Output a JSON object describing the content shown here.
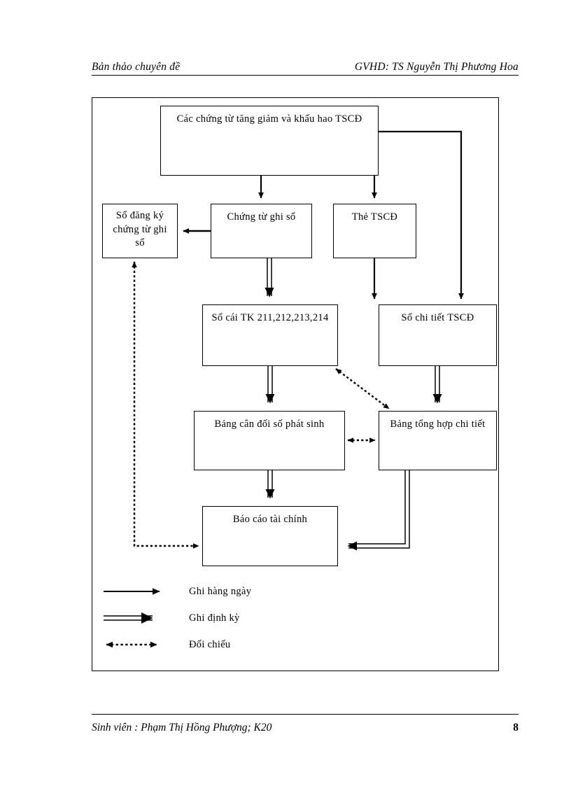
{
  "header": {
    "left": "Bản thảo chuyên đề",
    "right": "GVHD: TS Nguyễn Thị Phương Hoa"
  },
  "footer": {
    "left": "Sinh viên : Phạm Thị Hồng Phượng; K20",
    "page_number": "8"
  },
  "diagram": {
    "nodes": [
      {
        "id": "chungtu",
        "label": "Các chứng từ tăng giảm và khấu hao TSCĐ"
      },
      {
        "id": "sodangky",
        "label": "Sổ đăng ký chứng từ ghi sổ"
      },
      {
        "id": "chungtughiso",
        "label": "Chứng từ ghi sổ"
      },
      {
        "id": "thetscd",
        "label": "Thẻ TSCĐ"
      },
      {
        "id": "socai",
        "label": "Sổ cái TK 211,212,213,214"
      },
      {
        "id": "sochitiet",
        "label": "Sổ chi tiết TSCĐ"
      },
      {
        "id": "bangcandoi",
        "label": "Bảng cân đối số phát sinh"
      },
      {
        "id": "bangtonghop",
        "label": "Bảng tổng hợp chi tiết"
      },
      {
        "id": "baocao",
        "label": "Báo cáo tài chính"
      }
    ],
    "edges": [
      {
        "from": "chungtu",
        "to": "chungtughiso",
        "style": "daily"
      },
      {
        "from": "chungtu",
        "to": "thetscd",
        "style": "daily"
      },
      {
        "from": "chungtu",
        "to": "sochitiet",
        "style": "daily"
      },
      {
        "from": "chungtughiso",
        "to": "sodangky",
        "style": "daily"
      },
      {
        "from": "chungtughiso",
        "to": "socai",
        "style": "periodic"
      },
      {
        "from": "thetscd",
        "to": "sochitiet",
        "style": "daily"
      },
      {
        "from": "socai",
        "to": "bangcandoi",
        "style": "periodic"
      },
      {
        "from": "socai",
        "to": "bangtonghop",
        "style": "check"
      },
      {
        "from": "sochitiet",
        "to": "bangtonghop",
        "style": "periodic"
      },
      {
        "from": "bangcandoi",
        "to": "bangtonghop",
        "style": "check"
      },
      {
        "from": "bangcandoi",
        "to": "baocao",
        "style": "periodic"
      },
      {
        "from": "bangtonghop",
        "to": "baocao",
        "style": "periodic"
      },
      {
        "from": "sodangky",
        "to": "baocao",
        "style": "check"
      }
    ]
  },
  "legend": {
    "items": [
      {
        "symbol": "single-arrow",
        "label": "Ghi hàng ngày"
      },
      {
        "symbol": "double-line-arrow",
        "label": "Ghi định kỳ"
      },
      {
        "symbol": "dotted-double-arrow",
        "label": "Đối chiếu"
      }
    ]
  },
  "colors": {
    "ink": "#000000",
    "paper": "#ffffff"
  }
}
